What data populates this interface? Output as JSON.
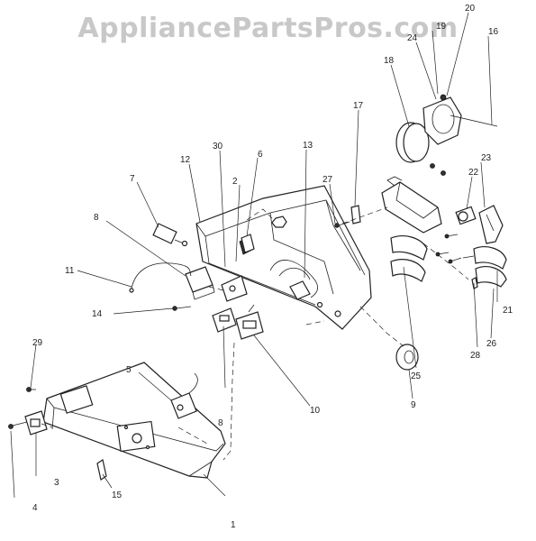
{
  "watermark": "AppliancePartsPros.com",
  "callouts": [
    {
      "id": "c1",
      "label": "1"
    },
    {
      "id": "c2",
      "label": "2"
    },
    {
      "id": "c3",
      "label": "3"
    },
    {
      "id": "c4",
      "label": "4"
    },
    {
      "id": "c5",
      "label": "5"
    },
    {
      "id": "c6",
      "label": "6"
    },
    {
      "id": "c7",
      "label": "7"
    },
    {
      "id": "c8a",
      "label": "8"
    },
    {
      "id": "c8b",
      "label": "8"
    },
    {
      "id": "c9",
      "label": "9"
    },
    {
      "id": "c10",
      "label": "10"
    },
    {
      "id": "c11",
      "label": "11"
    },
    {
      "id": "c12",
      "label": "12"
    },
    {
      "id": "c13",
      "label": "13"
    },
    {
      "id": "c14",
      "label": "14"
    },
    {
      "id": "c15",
      "label": "15"
    },
    {
      "id": "c16",
      "label": "16"
    },
    {
      "id": "c17",
      "label": "17"
    },
    {
      "id": "c18",
      "label": "18"
    },
    {
      "id": "c19",
      "label": "19"
    },
    {
      "id": "c20",
      "label": "20"
    },
    {
      "id": "c21",
      "label": "21"
    },
    {
      "id": "c22",
      "label": "22"
    },
    {
      "id": "c23",
      "label": "23"
    },
    {
      "id": "c24",
      "label": "24"
    },
    {
      "id": "c25",
      "label": "25"
    },
    {
      "id": "c26",
      "label": "26"
    },
    {
      "id": "c27",
      "label": "27"
    },
    {
      "id": "c28",
      "label": "28"
    },
    {
      "id": "c29",
      "label": "29"
    },
    {
      "id": "c30",
      "label": "30"
    }
  ]
}
